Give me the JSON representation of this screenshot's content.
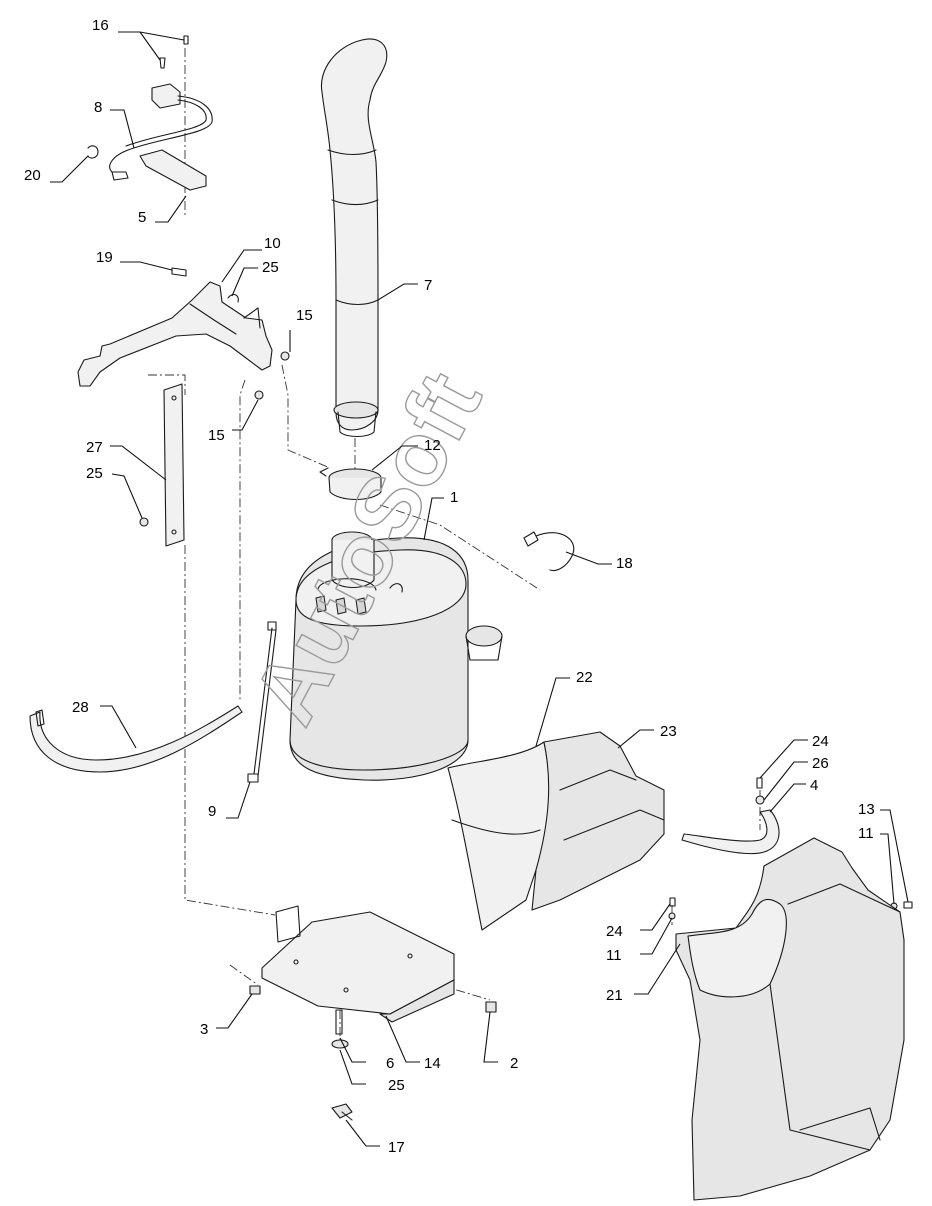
{
  "diagram": {
    "callouts": [
      {
        "label": "16"
      },
      {
        "label": "8"
      },
      {
        "label": "20"
      },
      {
        "label": "5"
      },
      {
        "label": "19"
      },
      {
        "label": "10"
      },
      {
        "label": "25"
      },
      {
        "label": "15"
      },
      {
        "label": "15"
      },
      {
        "label": "7"
      },
      {
        "label": "27"
      },
      {
        "label": "25"
      },
      {
        "label": "12"
      },
      {
        "label": "1"
      },
      {
        "label": "18"
      },
      {
        "label": "22"
      },
      {
        "label": "23"
      },
      {
        "label": "28"
      },
      {
        "label": "9"
      },
      {
        "label": "24"
      },
      {
        "label": "26"
      },
      {
        "label": "4"
      },
      {
        "label": "13"
      },
      {
        "label": "11"
      },
      {
        "label": "24"
      },
      {
        "label": "11"
      },
      {
        "label": "21"
      },
      {
        "label": "3"
      },
      {
        "label": "6"
      },
      {
        "label": "14"
      },
      {
        "label": "2"
      },
      {
        "label": "25"
      },
      {
        "label": "17"
      }
    ]
  },
  "watermark": {
    "text": "AutoSoft"
  }
}
